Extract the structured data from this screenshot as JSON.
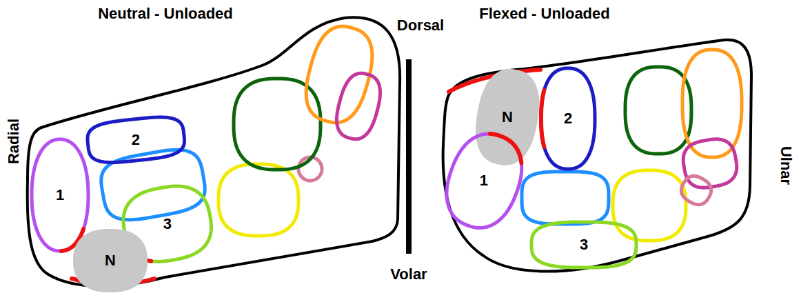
{
  "diagram": {
    "nodes": [
      {
        "text": [
          "Neutral - Unloaded"
        ]
      },
      {
        "text": [
          "2"
        ],
        "in": 0
      },
      {
        "text": [
          "1"
        ],
        "in": 0
      },
      {
        "text": [
          "3"
        ],
        "in": 0
      },
      {
        "text": [
          "N"
        ],
        "in": 0
      },
      {
        "text": [
          "Flexed - Unloaded"
        ]
      },
      {
        "text": [
          "N"
        ],
        "in": 5
      },
      {
        "text": [
          "2"
        ],
        "in": 5
      },
      {
        "text": [
          "1"
        ],
        "in": 5
      },
      {
        "text": [
          "3"
        ],
        "in": 5
      }
    ],
    "labels": [
      "Dorsal",
      "Radial",
      "Volar",
      "Ulnar"
    ]
  }
}
